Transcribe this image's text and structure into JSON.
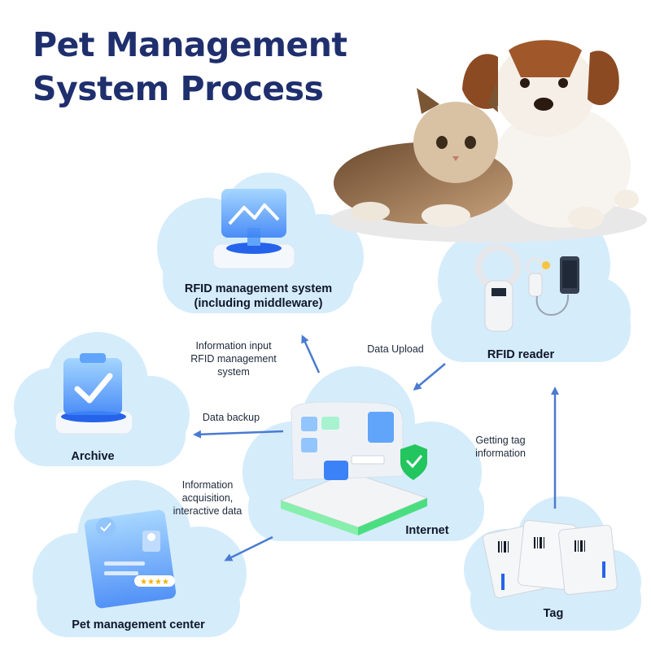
{
  "title": {
    "line1": "Pet Management",
    "line2": "System Process"
  },
  "nodes": {
    "rfid_system": {
      "label_line1": "RFID management system",
      "label_line2": "(including middleware)"
    },
    "rfid_reader": {
      "label": "RFID reader"
    },
    "archive": {
      "label": "Archive"
    },
    "internet": {
      "label": "Internet"
    },
    "pet_center": {
      "label": "Pet management center"
    },
    "tag": {
      "label": "Tag"
    }
  },
  "edges": {
    "info_input": {
      "line1": "Information input",
      "line2": "RFID management",
      "line3": "system"
    },
    "data_upload": {
      "label": "Data Upload"
    },
    "data_backup": {
      "label": "Data backup"
    },
    "getting_tag": {
      "line1": "Getting tag",
      "line2": "information"
    },
    "info_acq": {
      "line1": "Information",
      "line2": "acquisition,",
      "line3": "interactive data"
    }
  },
  "colors": {
    "title": "#1f2f6e",
    "cloud": "#d5ecfb",
    "arrow": "#4a7bd0",
    "icon_blue": "#3b82f6"
  },
  "icons": [
    "monitor-chart-icon",
    "rfid-reader-icon",
    "clipboard-check-icon",
    "office-desk-icon",
    "id-card-icon",
    "rfid-tags-icon",
    "pets-photo"
  ]
}
